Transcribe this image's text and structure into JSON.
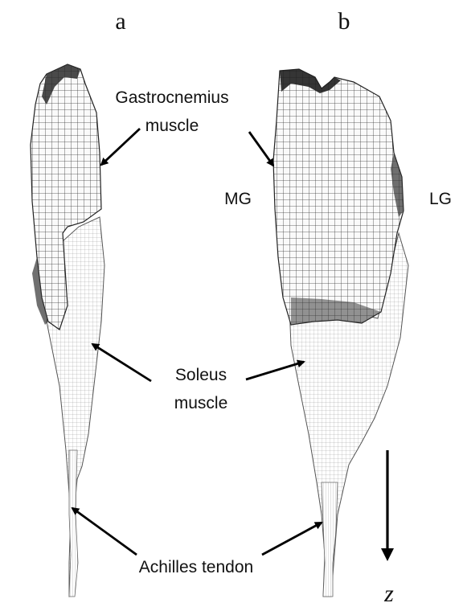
{
  "figure": {
    "panels": [
      {
        "label": "a"
      },
      {
        "label": "b"
      }
    ],
    "annotations": {
      "gastrocnemius_line1": "Gastrocnemius",
      "gastrocnemius_line2": "muscle",
      "soleus_line1": "Soleus",
      "soleus_line2": "muscle",
      "achilles": "Achilles tendon",
      "mg": "MG",
      "lg": "LG"
    },
    "axis": {
      "label": "z"
    }
  }
}
